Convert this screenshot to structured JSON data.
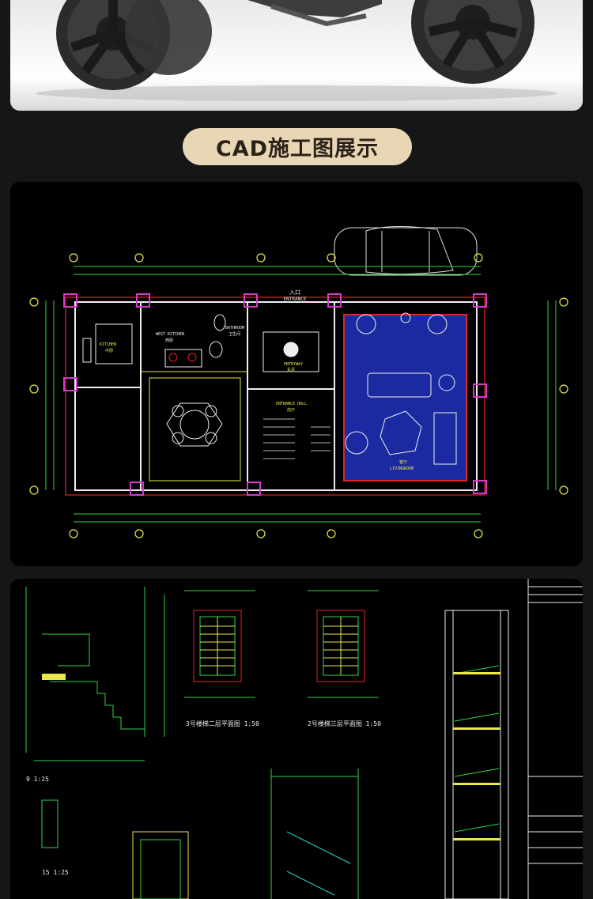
{
  "section_title": "CAD施工图展示",
  "plan": {
    "entrance_cn": "入口",
    "entrance_en": "ENTRANCE",
    "kitchen_en": "KITCHEN",
    "kitchen_cn": "中厨",
    "west_kitchen_en": "WEST KITCHEN",
    "west_kitchen_cn": "西厨",
    "bathroom_en": "BATHROOM",
    "bathroom_cn": "卫生间",
    "entry_en": "ENTRYWAY",
    "entry_cn": "玄关",
    "hall_en": "ENTRANCE HALL",
    "hall_cn": "前厅",
    "living_cn": "客厅",
    "living_en": "LIVINGROOM"
  },
  "details": {
    "plan3_title": "3号楼梯二层平面图  1:50",
    "plan2_title": "2号楼梯三层平面图  1:50",
    "detail9": "9 1:25",
    "detail15": "15 1:25"
  },
  "colors": {
    "page_bg": "#151617",
    "pill_bg": "#e9d6b4",
    "pill_text": "#2a2118",
    "cad_yellow": "#e8e84a",
    "cad_green": "#33d14a",
    "cad_magenta": "#d63acb",
    "cad_blue": "#2c3cc8",
    "cad_red": "#e02424",
    "cad_white": "#eeeeee"
  }
}
